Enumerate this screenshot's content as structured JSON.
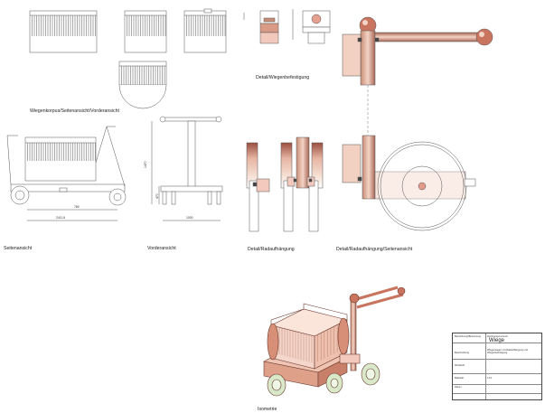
{
  "views": {
    "wagon_body": "Wiegenkorpus/Seitenansicht/Vorderansicht",
    "cradle_mount": "Detail/Wiegenbefestigung",
    "side_view": "Seitenansicht",
    "front_view": "Vorderansicht",
    "wheel_suspension": "Detail/Radaufhängung",
    "wheel_suspension_side": "Detail/Radaufhängung/Seitenansicht",
    "isometric": "Isometrie"
  },
  "dimensions": {
    "side_length_a": "780",
    "side_length_b": "2411.6",
    "front_height": "1470",
    "front_width": "1000",
    "front_lower": "470"
  },
  "title_block": {
    "title": "Wiege",
    "header_left": "Bezeichnung/Benennung",
    "header_right": "Zeichnungsnummer",
    "desc_label": "Beschreibung",
    "desc_text": "Wiegenwagen mit Radaufhängung und Wiegenbefestigung",
    "material_label": "Werkstoff",
    "scale_label": "Maßstab",
    "scale_value": "1:10",
    "date_label": "Datum"
  },
  "colors": {
    "line": "#555555",
    "salmon": "#e6b8a2",
    "salmon_dark": "#c98c74",
    "brown": "#8a4a3c",
    "wheel_green": "#d8e8c8",
    "rod_pink": "#e8a9a0"
  }
}
